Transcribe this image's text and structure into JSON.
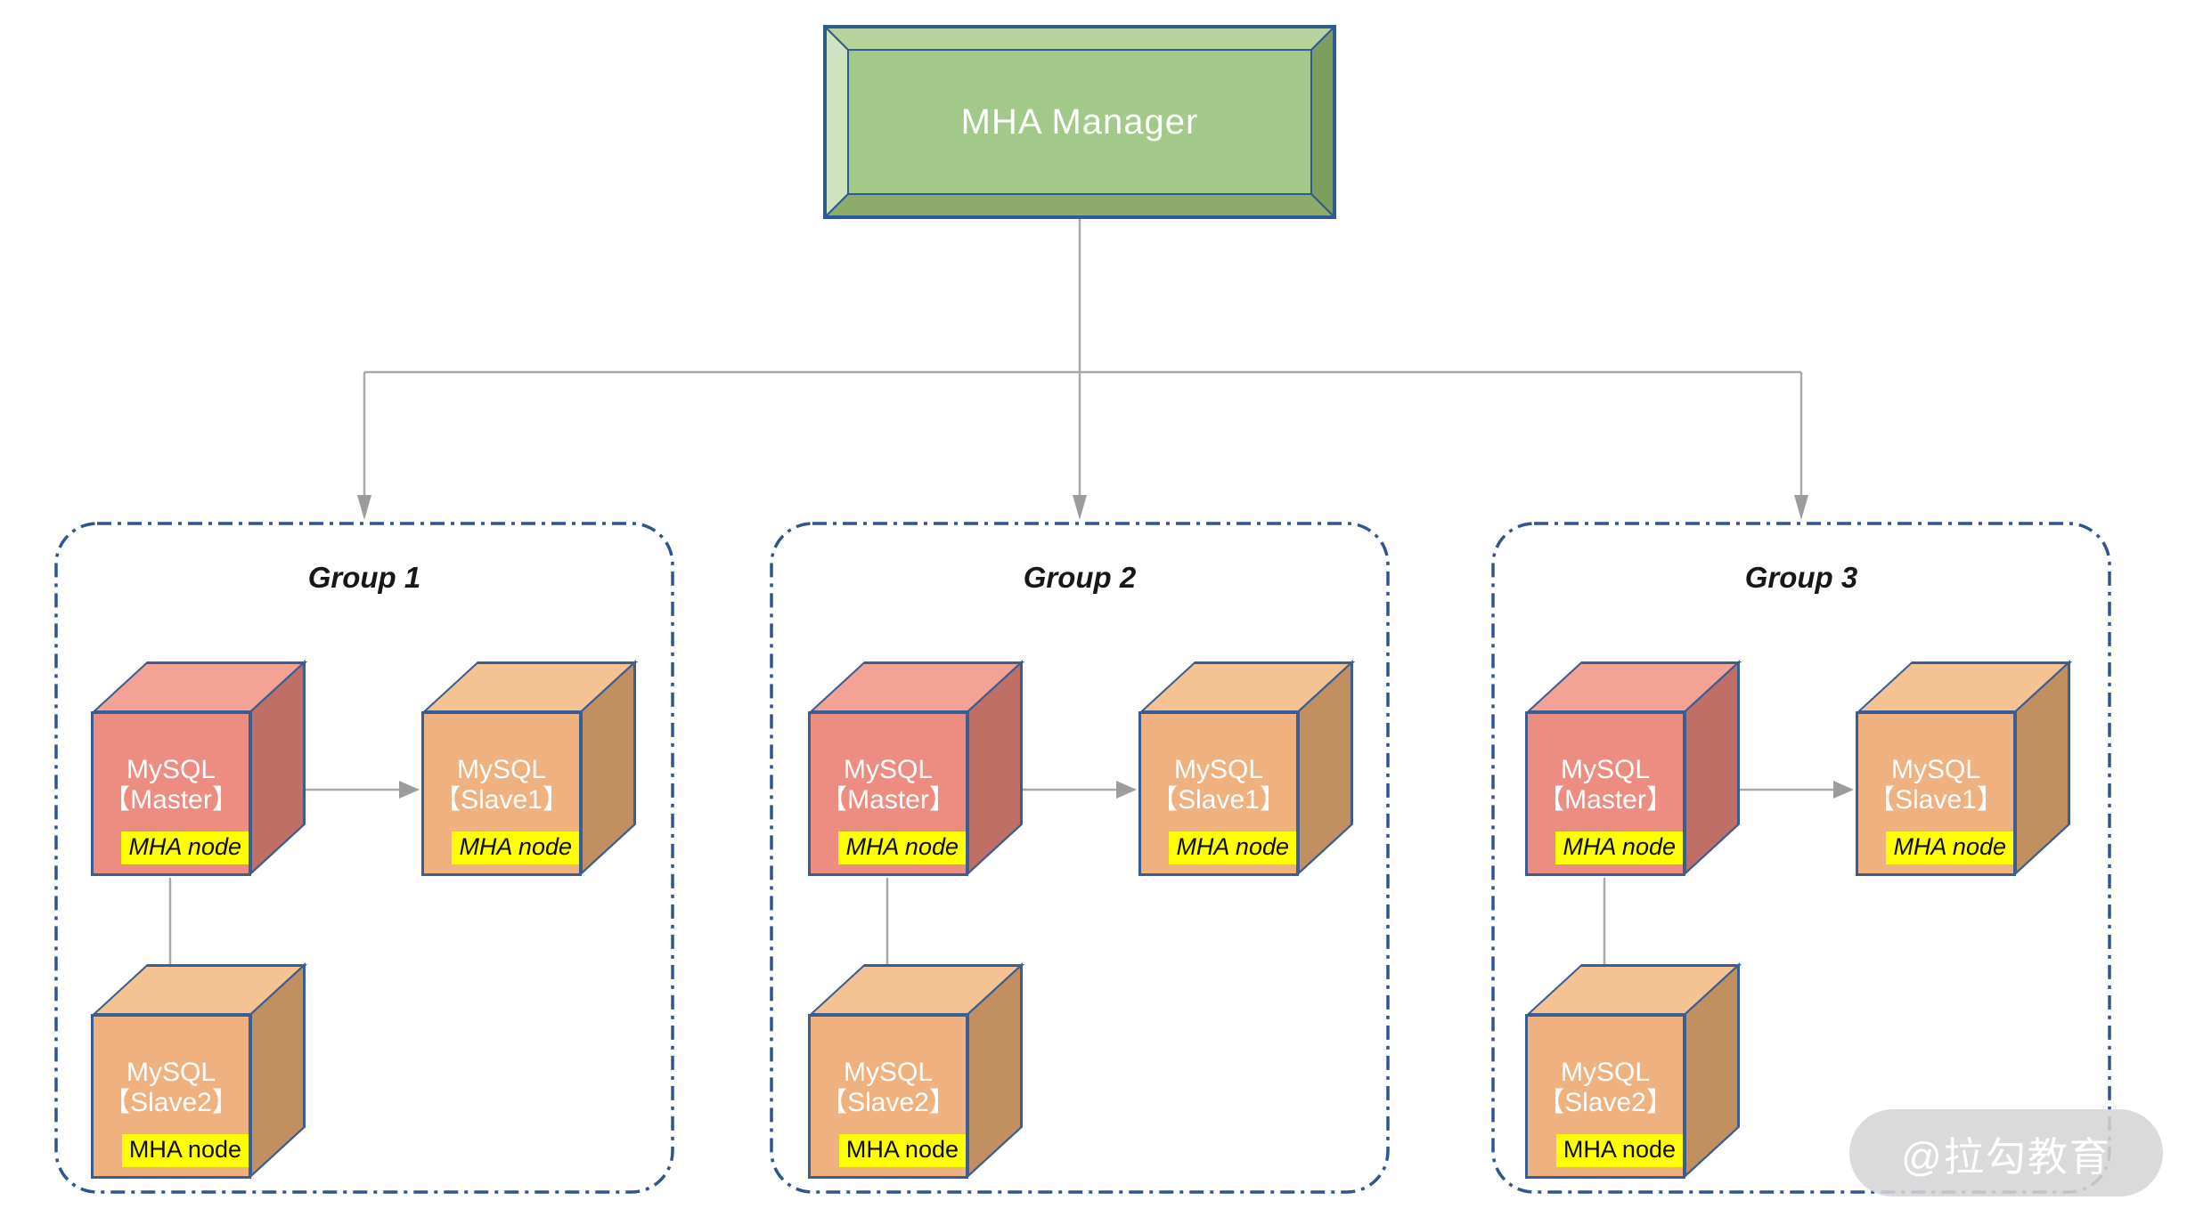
{
  "diagram": {
    "manager_label": "MHA Manager",
    "watermark_text": "@拉勾教育",
    "groups": [
      {
        "title": "Group 1",
        "master": {
          "name": "MySQL",
          "role": "【Master】",
          "tag": "MHA node"
        },
        "slave1": {
          "name": "MySQL",
          "role": "【Slave1】",
          "tag": "MHA node"
        },
        "slave2": {
          "name": "MySQL",
          "role": "【Slave2】",
          "tag": "MHA node"
        }
      },
      {
        "title": "Group 2",
        "master": {
          "name": "MySQL",
          "role": "【Master】",
          "tag": "MHA node"
        },
        "slave1": {
          "name": "MySQL",
          "role": "【Slave1】",
          "tag": "MHA node"
        },
        "slave2": {
          "name": "MySQL",
          "role": "【Slave2】",
          "tag": "MHA node"
        }
      },
      {
        "title": "Group 3",
        "master": {
          "name": "MySQL",
          "role": "【Master】",
          "tag": "MHA node"
        },
        "slave1": {
          "name": "MySQL",
          "role": "【Slave1】",
          "tag": "MHA node"
        },
        "slave2": {
          "name": "MySQL",
          "role": "【Slave2】",
          "tag": "MHA node"
        }
      }
    ],
    "colors": {
      "manager_face": "#A3C98A",
      "manager_bevel_light": "#CEE3C0",
      "manager_bevel_dark": "#7E9E60",
      "master_front": "#ED8C80",
      "master_top": "#F5A296",
      "master_side": "#BF6F66",
      "slave_front": "#F0B180",
      "slave_top": "#F5C393",
      "slave_side": "#C28F60",
      "cube_border": "#3A5E92",
      "group_border": "#2F5490",
      "connector": "#A6A6A6",
      "tag_background": "#FFFF00"
    }
  }
}
